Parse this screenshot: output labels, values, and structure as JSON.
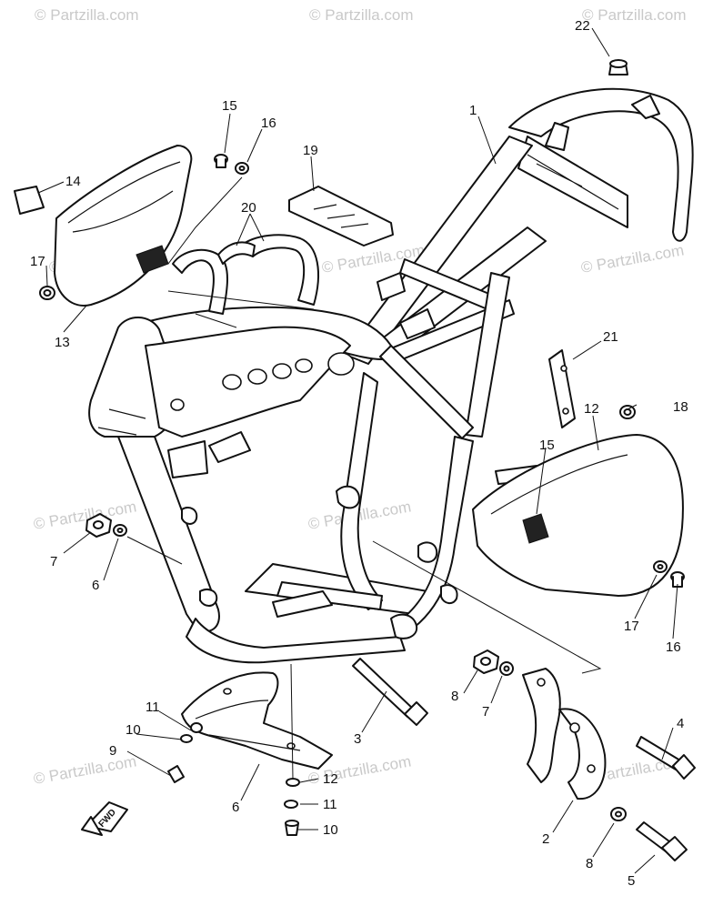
{
  "watermark": "© Partzilla.com",
  "fwd_label": "FWD",
  "callouts": [
    {
      "id": "1",
      "text": "1"
    },
    {
      "id": "2",
      "text": "2"
    },
    {
      "id": "3",
      "text": "3"
    },
    {
      "id": "4",
      "text": "4"
    },
    {
      "id": "5",
      "text": "5"
    },
    {
      "id": "6a",
      "text": "6"
    },
    {
      "id": "6b",
      "text": "6"
    },
    {
      "id": "7a",
      "text": "7"
    },
    {
      "id": "7b",
      "text": "7"
    },
    {
      "id": "8",
      "text": "8"
    },
    {
      "id": "9",
      "text": "9"
    },
    {
      "id": "10a",
      "text": "10"
    },
    {
      "id": "10b",
      "text": "10"
    },
    {
      "id": "11a",
      "text": "11"
    },
    {
      "id": "11b",
      "text": "11"
    },
    {
      "id": "12a",
      "text": "12"
    },
    {
      "id": "12b",
      "text": "12"
    },
    {
      "id": "13",
      "text": "13"
    },
    {
      "id": "14",
      "text": "14"
    },
    {
      "id": "15a",
      "text": "15"
    },
    {
      "id": "15b",
      "text": "15"
    },
    {
      "id": "16a",
      "text": "16"
    },
    {
      "id": "16b",
      "text": "16"
    },
    {
      "id": "17a",
      "text": "17"
    },
    {
      "id": "17b",
      "text": "17"
    },
    {
      "id": "18a",
      "text": "18"
    },
    {
      "id": "18b",
      "text": "18"
    },
    {
      "id": "19",
      "text": "19"
    },
    {
      "id": "20",
      "text": "20"
    },
    {
      "id": "21",
      "text": "21"
    },
    {
      "id": "22",
      "text": "22"
    }
  ]
}
